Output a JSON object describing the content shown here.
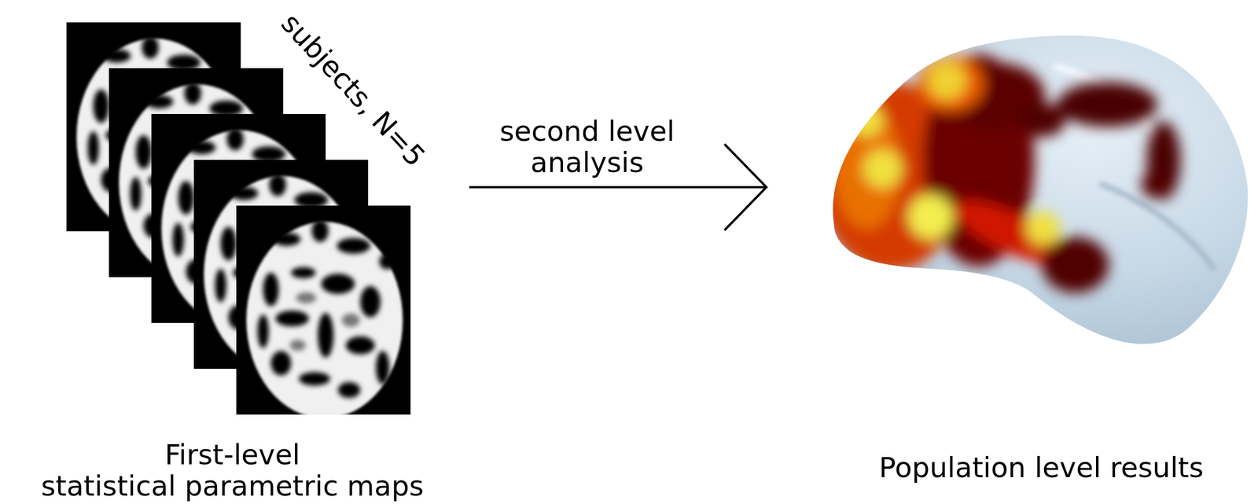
{
  "diagram": {
    "nodes": [
      {
        "text": [
          "subjects, N=5",
          "First-level statistical parametric maps"
        ]
      },
      {
        "text": [
          "Population level results"
        ]
      }
    ],
    "edges": [
      {
        "from": 0,
        "to": 1,
        "arrow": "to",
        "label": "second level analysis"
      }
    ]
  }
}
